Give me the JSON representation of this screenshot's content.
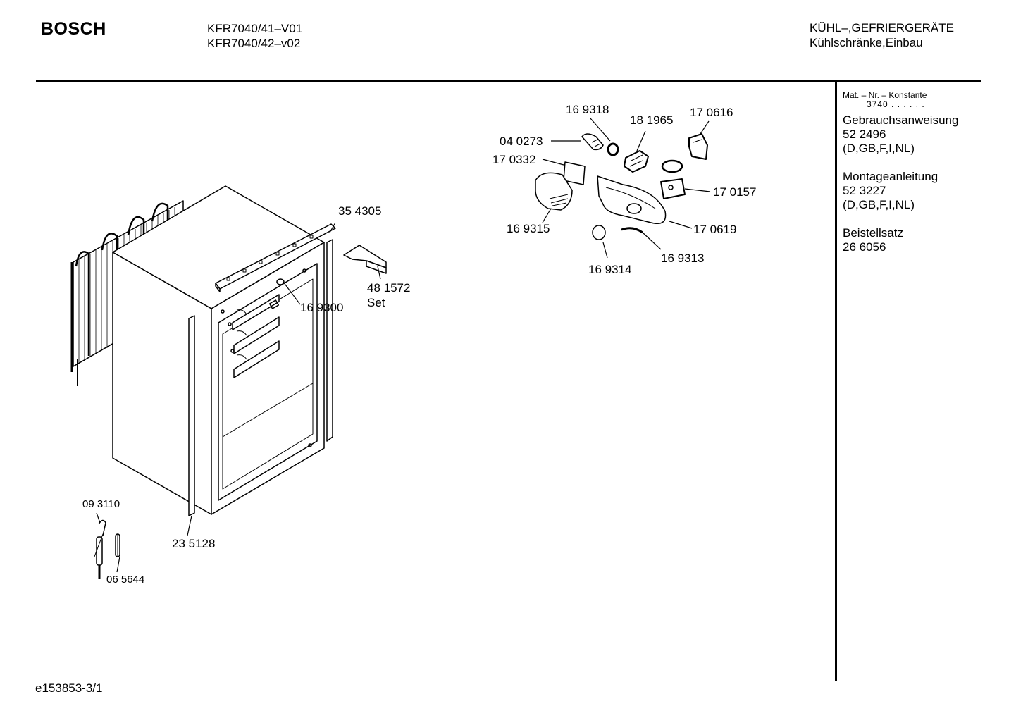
{
  "header": {
    "brand": "BOSCH",
    "models": [
      "KFR7040/41–V01",
      "KFR7040/42–v02"
    ],
    "category": [
      "KÜHL–,GEFRIERGERÄTE",
      "Kühlschränke,Einbau"
    ]
  },
  "sidebar": {
    "constant_label": "Mat. – Nr. – Konstante",
    "constant_value": "3740",
    "constant_dots": ". . . . . .",
    "docs": [
      {
        "title": "Gebrauchsanweisung",
        "number": "52 2496",
        "langs": "(D,GB,F,I,NL)"
      },
      {
        "title": "Montageanleitung",
        "number": "52 3227",
        "langs": "(D,GB,F,I,NL)"
      },
      {
        "title": "Beistellsatz",
        "number": "26 6056"
      }
    ]
  },
  "parts": {
    "p354305": "35 4305",
    "p481572": "48 1572",
    "p481572_note": "Set",
    "p169300": "16 9300",
    "p235128": "23 5128",
    "p093110": "09 3110",
    "p065644": "06 5644",
    "p169318": "16 9318",
    "p181965": "18 1965",
    "p170616": "17 0616",
    "p040273": "04 0273",
    "p170332": "17 0332",
    "p170157": "17 0157",
    "p169315": "16 9315",
    "p170619": "17 0619",
    "p169314": "16 9314",
    "p169313": "16 9313"
  },
  "footer": {
    "code": "e153853-3/1"
  }
}
